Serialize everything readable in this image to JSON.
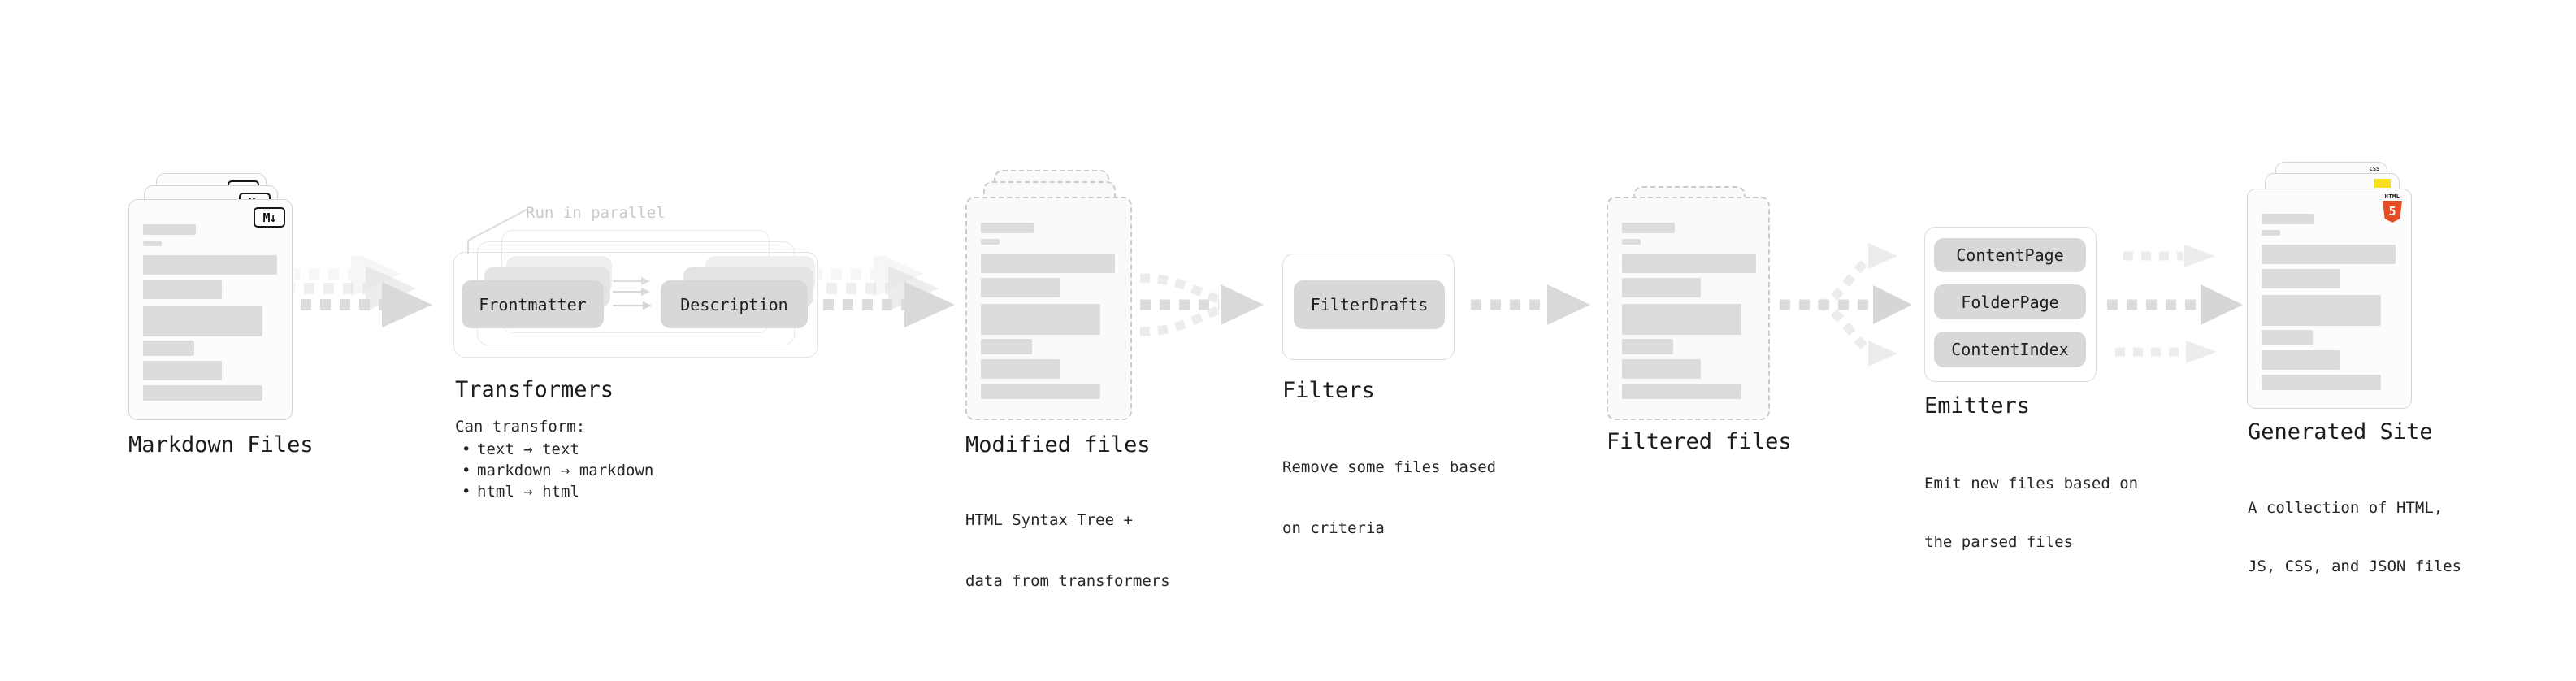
{
  "colors": {
    "accent_html5_orange": "#e44d26",
    "accent_js_yellow": "#f7df1e",
    "accent_css_blue": "#2965f1",
    "pill_gray": "#d8d8d8",
    "placeholder_gray": "#dcdcdc",
    "arrow_gray": "#d9d9d9",
    "annotation_gray": "#c9c9c9"
  },
  "stages": {
    "markdown_files": {
      "title": "Markdown Files",
      "file_badge": "M↓"
    },
    "transformers": {
      "annotation": "Run in parallel",
      "transformer_1": "Frontmatter",
      "transformer_2": "Description",
      "title": "Transformers",
      "description_heading": "Can transform:",
      "bullet_char": "•",
      "bullets": [
        "text → text",
        "markdown → markdown",
        "html → html"
      ]
    },
    "modified_files": {
      "title": "Modified files",
      "description": [
        "HTML Syntax Tree +",
        "data from transformers"
      ]
    },
    "filters": {
      "filter_1": "FilterDrafts",
      "title": "Filters",
      "description": [
        "Remove some files based",
        "on criteria"
      ]
    },
    "filtered_files": {
      "title": "Filtered files"
    },
    "emitters": {
      "emitter_1": "ContentPage",
      "emitter_2": "FolderPage",
      "emitter_3": "ContentIndex",
      "title": "Emitters",
      "description": [
        "Emit new files based on",
        "the parsed files"
      ]
    },
    "generated_site": {
      "title": "Generated Site",
      "description": [
        "A collection of HTML,",
        "JS, CSS, and JSON files"
      ],
      "html5_badge_label": "HTML",
      "html5_badge_number": "5",
      "css_badge_label": "CSS"
    }
  }
}
